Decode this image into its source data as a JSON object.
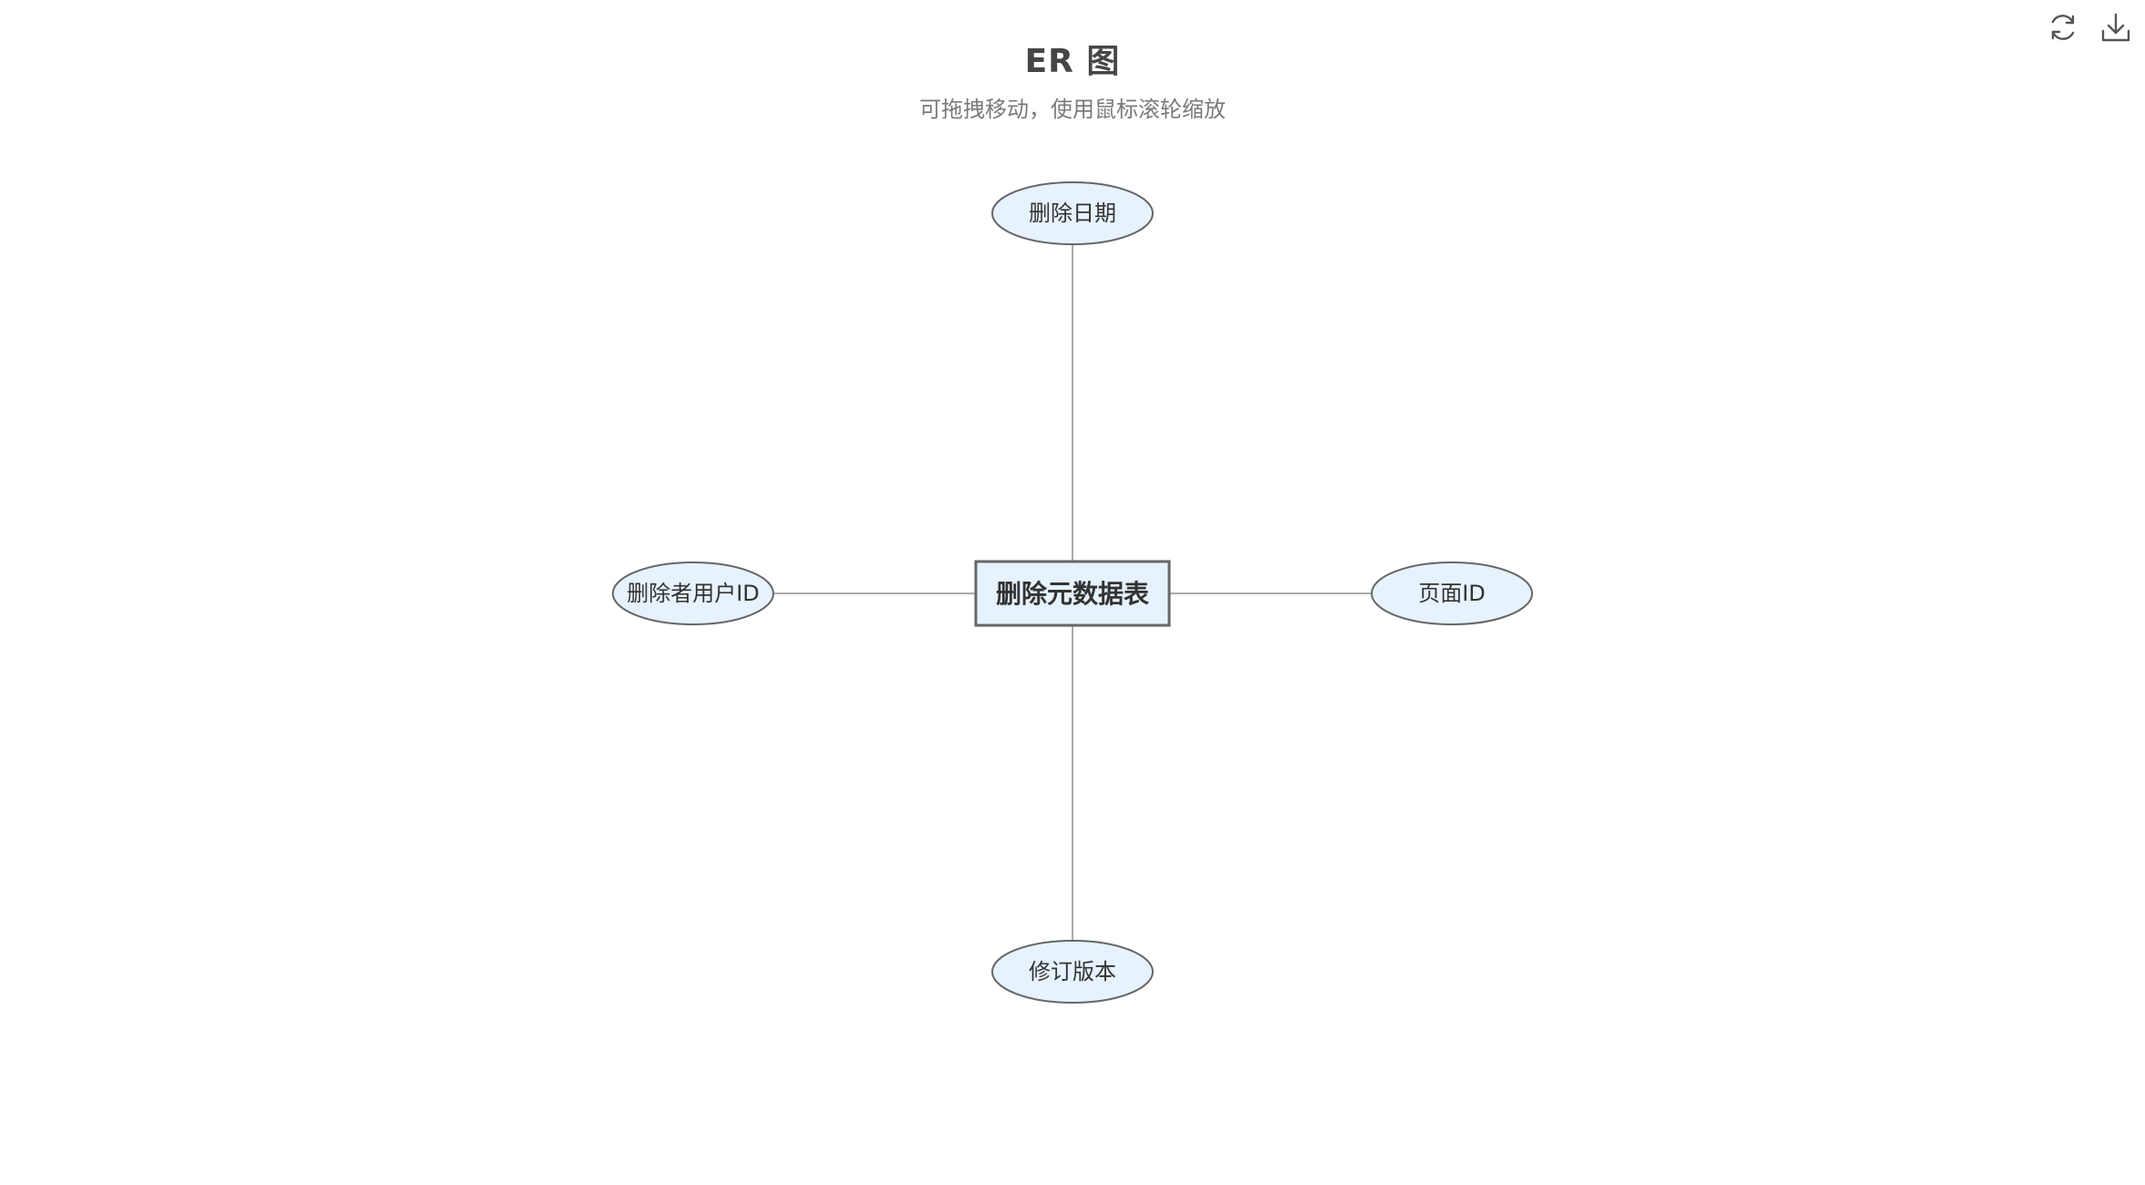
{
  "title": "ER 图",
  "subtitle": "可拖拽移动，使用鼠标滚轮缩放",
  "toolbar": {
    "refresh_icon": "refresh-icon",
    "download_icon": "download-icon"
  },
  "colors": {
    "node_fill": "#e6f2fd",
    "node_stroke": "#666666",
    "edge": "#aaaaaa",
    "text": "#333333"
  },
  "entity": {
    "label": "删除元数据表"
  },
  "attributes": [
    {
      "id": "attr-delete-date",
      "label": "删除日期",
      "position": "top"
    },
    {
      "id": "attr-deleter-user-id",
      "label": "删除者用户ID",
      "position": "left"
    },
    {
      "id": "attr-page-id",
      "label": "页面ID",
      "position": "right"
    },
    {
      "id": "attr-revision",
      "label": "修订版本",
      "position": "bottom"
    }
  ]
}
